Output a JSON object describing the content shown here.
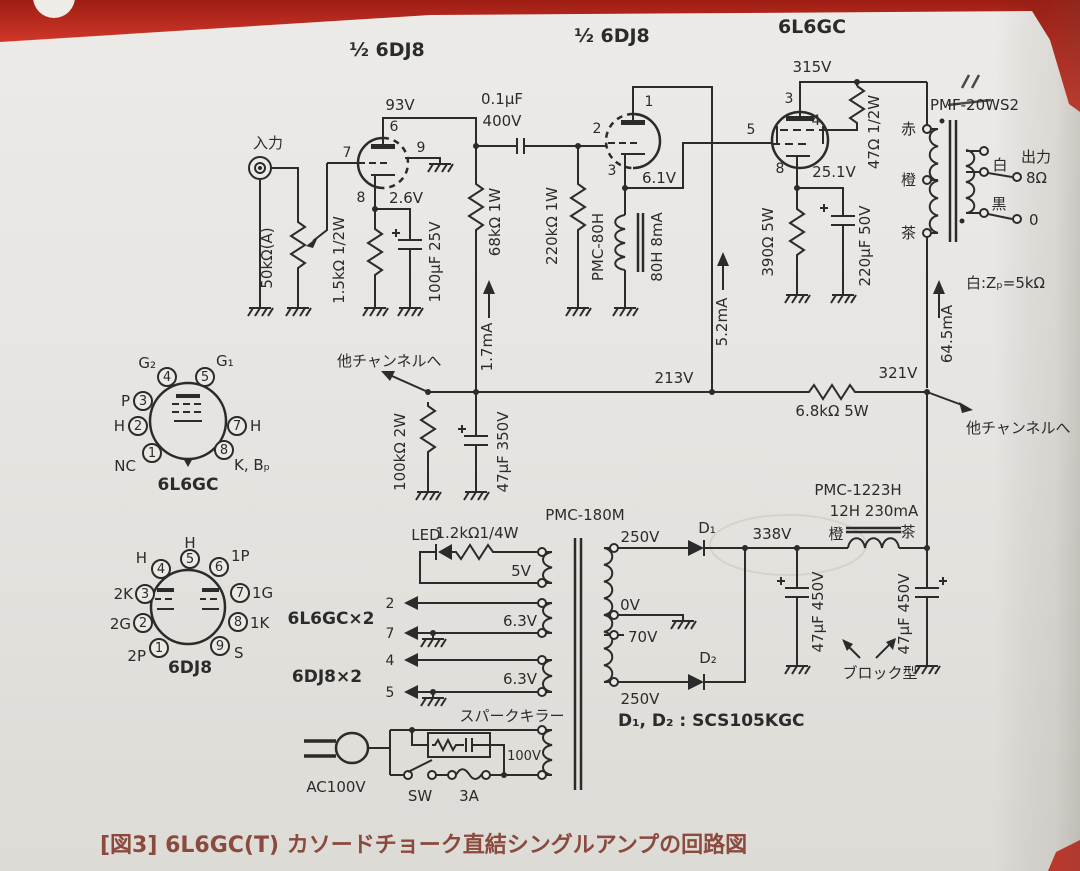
{
  "page": {
    "caption": "[図3] 6L6GC(T) カソードチョーク直結シングルアンプの回路図"
  },
  "tubes": {
    "v1": "½ 6DJ8",
    "v2": "½ 6DJ8",
    "v3": "6L6GC"
  },
  "stage1": {
    "input_label": "入力",
    "volume": "50kΩ(A)",
    "plate_voltage": "93V",
    "pin_plate": "6",
    "pin_grid": "7",
    "pin_cathode": "8",
    "pin_shield": "9",
    "cathode_voltage": "2.6V",
    "cathode_resistor": "1.5kΩ 1/2W",
    "cathode_cap": "100μF 25V",
    "plate_load": "68kΩ 1W",
    "plate_current": "1.7mA",
    "coupling_cap": "0.1μF",
    "coupling_cap_voltage": "400V",
    "grid_leak": "220kΩ 1W"
  },
  "stage2": {
    "pin_plate": "1",
    "pin_grid": "2",
    "pin_cathode": "3",
    "cathode_voltage": "6.1V",
    "choke": "PMC-80H",
    "choke_spec": "80H 8mA",
    "plate_current": "5.2mA"
  },
  "rail": {
    "voltage": "213V",
    "other_channel": "他チャンネルへ",
    "decoupling_resistor": "100kΩ 2W",
    "decoupling_cap": "47μF 350V",
    "drop_resistor": "6.8kΩ 5W",
    "b_voltage": "321V",
    "other_channel_right": "他チャンネルへ",
    "b_current": "64.5mA"
  },
  "stage3": {
    "plate_voltage": "315V",
    "pin_plate": "3",
    "pin_grid": "5",
    "pin_screen": "4",
    "pin_cathode": "8",
    "screen_resistor": "47Ω 1/2W",
    "cathode_voltage": "25.1V",
    "cathode_resistor": "390Ω 5W",
    "cathode_cap": "220μF 50V"
  },
  "opt": {
    "model": "PMF-20WS2",
    "lead_red": "赤",
    "lead_orange": "橙",
    "lead_brown": "茶",
    "lead_white": "白",
    "lead_black": "黒",
    "output_label": "出力",
    "tap_8ohm": "8Ω",
    "tap_0": "0",
    "note": "白:Zₚ=5kΩ"
  },
  "socket_6l6gc": {
    "name": "6L6GC",
    "g2": "G₂",
    "g1": "G₁",
    "p": "P",
    "h_left": "H",
    "h_right": "H",
    "nc": "NC",
    "kbp": "K, Bₚ",
    "pin1": "1",
    "pin2": "2",
    "pin3": "3",
    "pin4": "4",
    "pin5": "5",
    "pin7": "7",
    "pin8": "8"
  },
  "socket_6dj8": {
    "name": "6DJ8",
    "h_top": "H",
    "h_left": "H",
    "p1_label": "1P",
    "g1_label": "1G",
    "k1_label": "1K",
    "p2_label": "2P",
    "g2_label": "2G",
    "k2_label": "2K",
    "s_label": "S",
    "pin1": "1",
    "pin2": "2",
    "pin3": "3",
    "pin4": "4",
    "pin5": "5",
    "pin6": "6",
    "pin7": "7",
    "pin8": "8",
    "pin9": "9"
  },
  "psu": {
    "transformer": "PMC-180M",
    "led": "LED",
    "led_resistor": "1.2kΩ1/4W",
    "winding_5v": "5V",
    "winding_63a": "6.3V",
    "winding_63b": "6.3V",
    "winding_100v": "100V",
    "heater_6l6gc": "6L6GC×2",
    "heater_6dj8": "6DJ8×2",
    "pin2": "2",
    "pin7": "7",
    "pin4": "4",
    "pin5": "5",
    "spark_killer": "スパークキラー",
    "ac": "AC100V",
    "switch": "SW",
    "fuse": "3A",
    "hv_top": "250V",
    "hv_0": "0V",
    "hv_70": "70V",
    "hv_bottom": "250V",
    "d1": "D₁",
    "d2": "D₂",
    "rect_voltage": "338V",
    "choke": "PMC-1223H",
    "choke_spec": "12H 230mA",
    "choke_in": "橙",
    "choke_out": "茶",
    "cap1": "47μF 450V",
    "cap2": "47μF 450V",
    "cap_note": "ブロック型",
    "diode_note": "D₁, D₂ : SCS105KGC"
  }
}
